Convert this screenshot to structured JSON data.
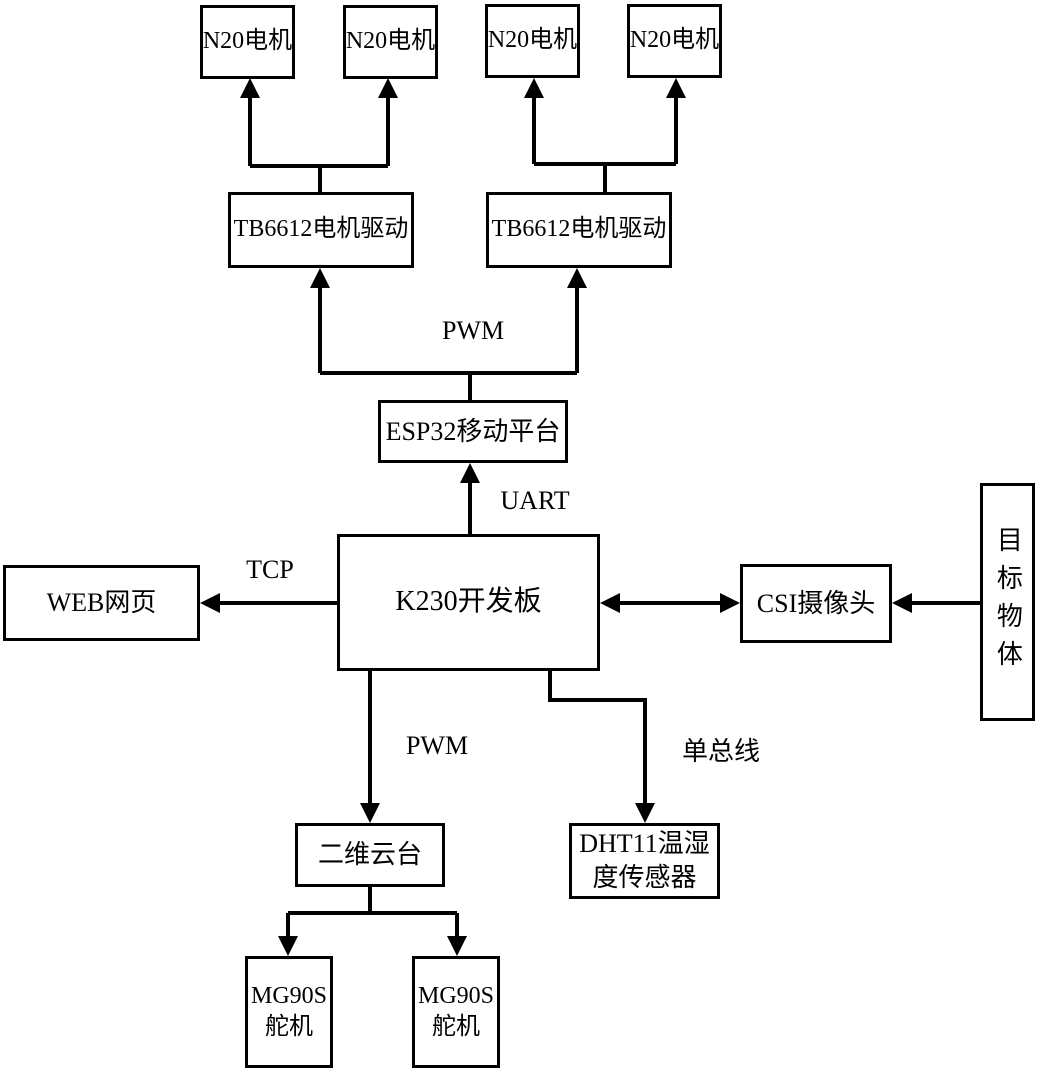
{
  "diagram": {
    "background_color": "#ffffff",
    "line_color": "#000000",
    "nodes": {
      "n20_1": {
        "label": "N20电机"
      },
      "n20_2": {
        "label": "N20电机"
      },
      "n20_3": {
        "label": "N20电机"
      },
      "n20_4": {
        "label": "N20电机"
      },
      "tb6612_1": {
        "label": "TB6612电机驱动"
      },
      "tb6612_2": {
        "label": "TB6612电机驱动"
      },
      "esp32": {
        "label": "ESP32移动平台"
      },
      "k230": {
        "label": "K230开发板"
      },
      "web": {
        "label": "WEB网页"
      },
      "csi": {
        "label": "CSI摄像头"
      },
      "target": {
        "label": "目标物体"
      },
      "gimbal": {
        "label": "二维云台"
      },
      "dht11": {
        "label": "DHT11温湿度传感器"
      },
      "mg90s_1": {
        "label": "MG90S舵机"
      },
      "mg90s_2": {
        "label": "MG90S舵机"
      }
    },
    "edge_labels": {
      "pwm_top": "PWM",
      "uart": "UART",
      "tcp": "TCP",
      "pwm_bottom": "PWM",
      "one_wire": "单总线"
    }
  }
}
